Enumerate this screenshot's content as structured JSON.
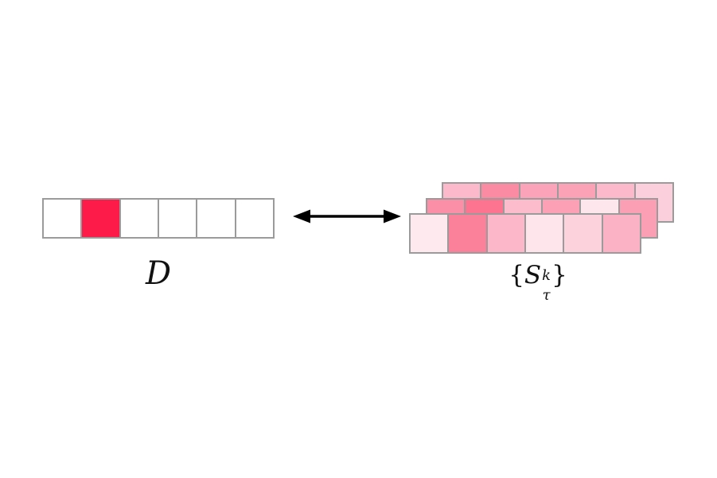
{
  "figure": {
    "description": "mapping between a dataset strip D and a set of shaded subset strips"
  },
  "colors": {
    "background": "#FFFFFF",
    "border": "#9B9B9B",
    "arrow": "#000000",
    "highlight": "#FC1B49"
  },
  "dataset": {
    "label": "D",
    "cells": [
      "#FFFFFF",
      "#FC1B49",
      "#FFFFFF",
      "#FFFFFF",
      "#FFFFFF",
      "#FFFFFF"
    ]
  },
  "arrow": {
    "type": "double-headed-horizontal"
  },
  "subsets": {
    "brace_open": "{",
    "symbol": "S",
    "superscript": "k",
    "subscript": "τ",
    "brace_close": "}",
    "rows": [
      {
        "name": "back",
        "cells": [
          "#FCB9CB",
          "#FB8BA3",
          "#FBA4B9",
          "#FBA2B7",
          "#FCB9CB",
          "#FCCFDC"
        ]
      },
      {
        "name": "middle",
        "cells": [
          "#FC8FA8",
          "#FC748F",
          "#FCBCCB",
          "#FBA0B5",
          "#FDE7ED",
          "#FB9FB5"
        ]
      },
      {
        "name": "front",
        "cells": [
          "#FDE9EE",
          "#FB8099",
          "#FCB8C8",
          "#FDE5EB",
          "#FCD2DC",
          "#FBB2C4"
        ]
      }
    ]
  }
}
